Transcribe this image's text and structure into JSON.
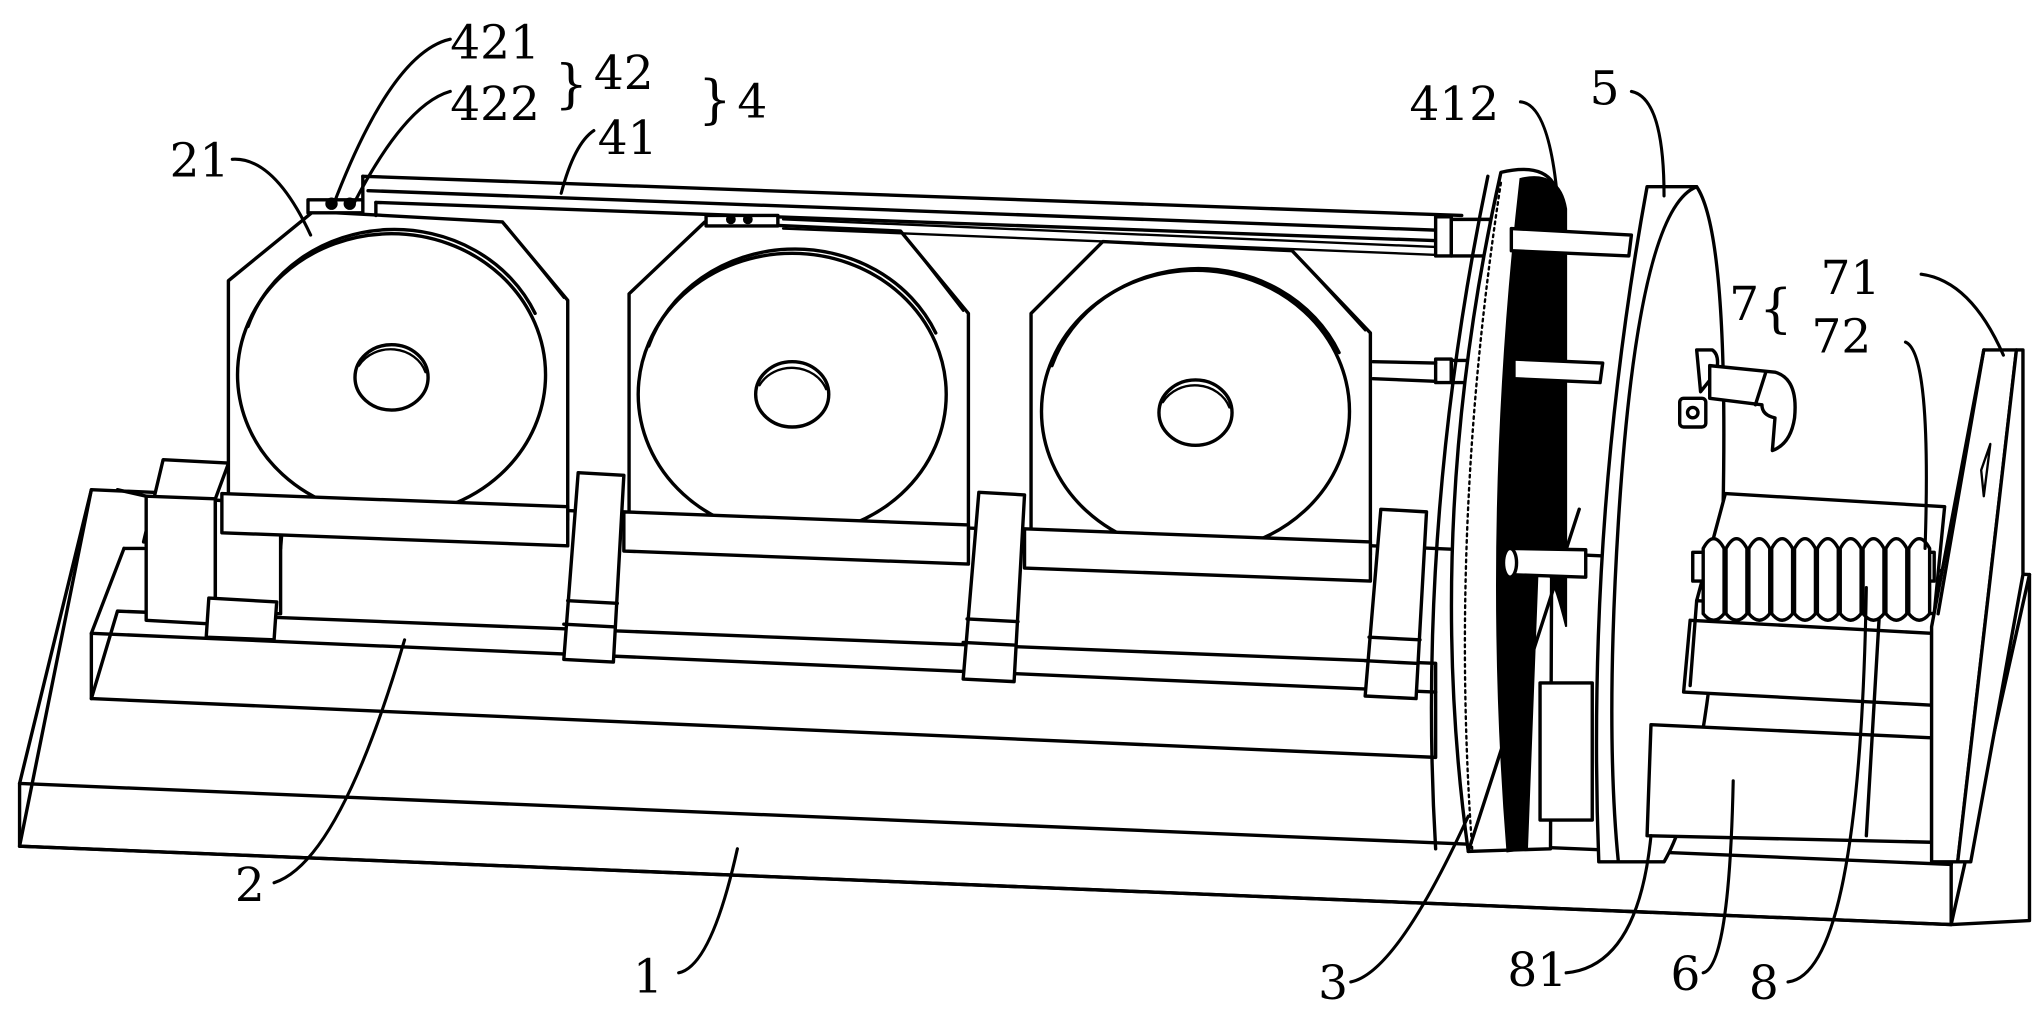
{
  "figure": {
    "type": "patent line drawing",
    "description": "Perspective view of a machine with base, support plate, three disk housings, gear, disk, hook and spring assembly"
  },
  "labels": {
    "l421": "421",
    "l422": "422",
    "l42": "42",
    "l4": "4",
    "l41": "41",
    "l21": "21",
    "l412": "412",
    "l5": "5",
    "l7": "7",
    "l71": "71",
    "l72": "72",
    "l2": "2",
    "l1": "1",
    "l3": "3",
    "l81": "81",
    "l6": "6",
    "l8": "8"
  },
  "braces": {
    "b42": "}",
    "b4": "}",
    "b7": "{"
  }
}
